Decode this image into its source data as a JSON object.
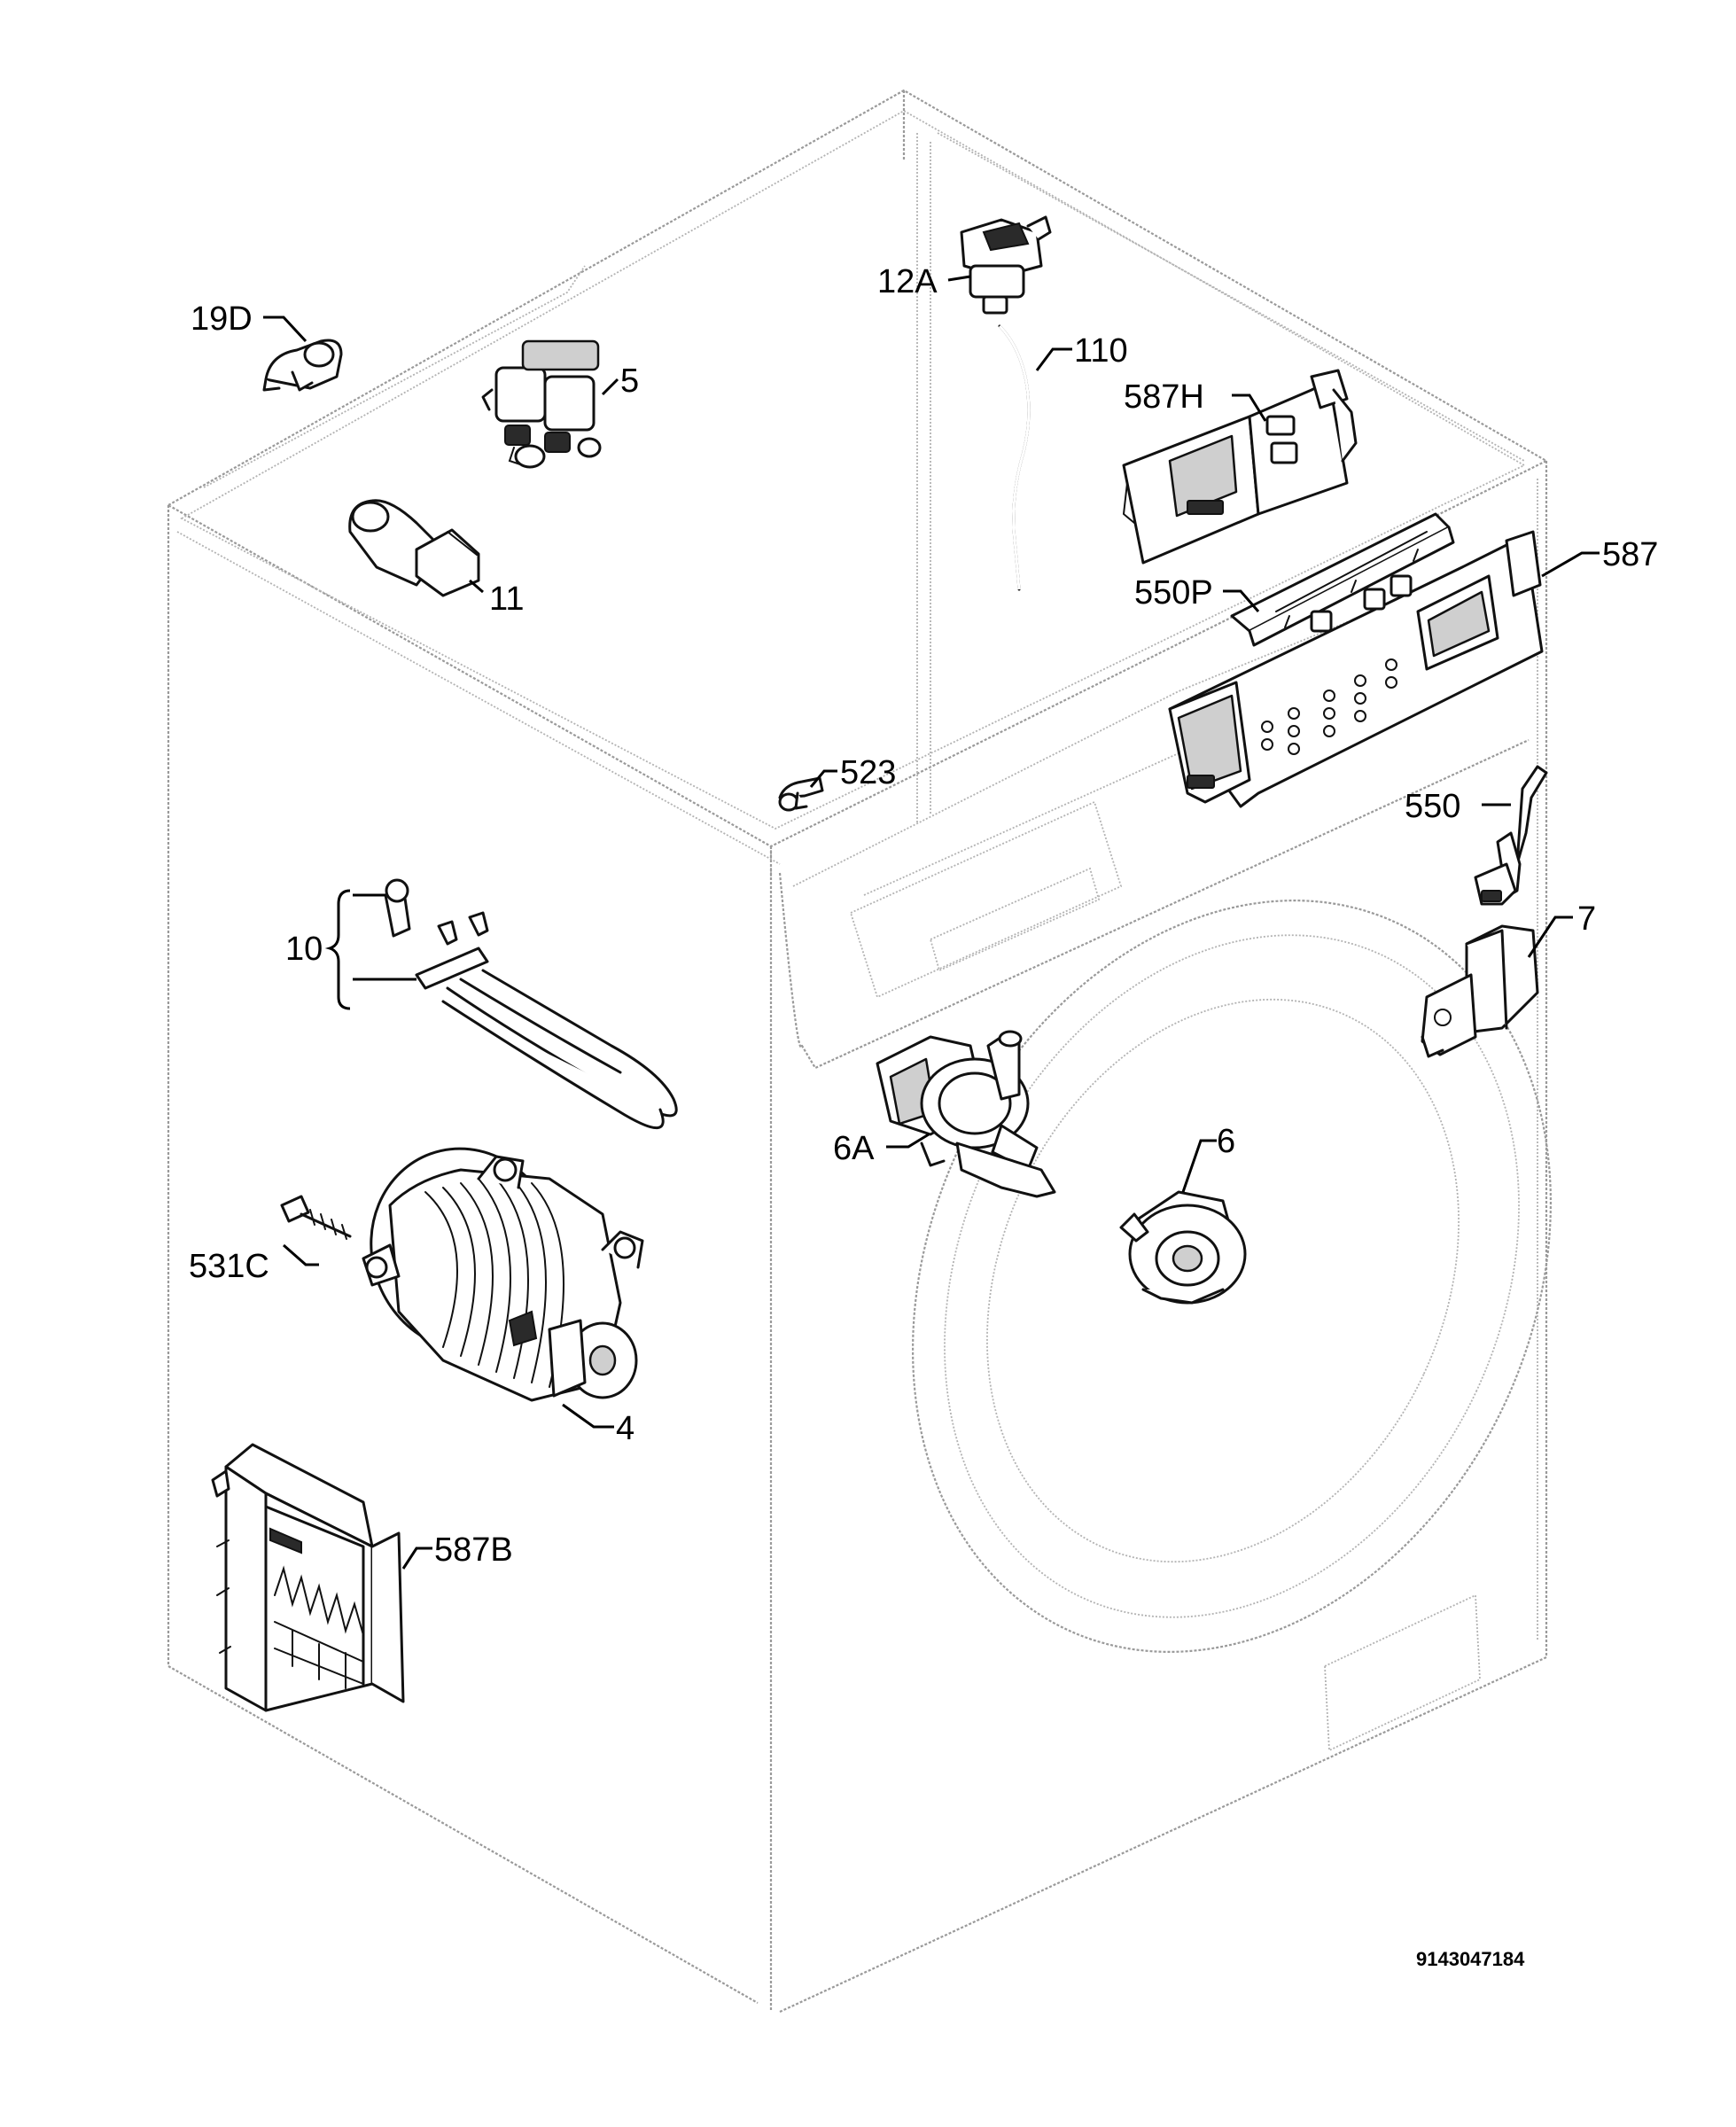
{
  "diagram": {
    "document_number": "9143047184",
    "parts": [
      {
        "id": "19D",
        "label": "19D"
      },
      {
        "id": "5",
        "label": "5"
      },
      {
        "id": "11",
        "label": "11"
      },
      {
        "id": "12A",
        "label": "12A"
      },
      {
        "id": "110",
        "label": "110"
      },
      {
        "id": "587H",
        "label": "587H"
      },
      {
        "id": "587",
        "label": "587"
      },
      {
        "id": "550P",
        "label": "550P"
      },
      {
        "id": "523",
        "label": "523"
      },
      {
        "id": "550",
        "label": "550"
      },
      {
        "id": "10",
        "label": "10"
      },
      {
        "id": "7",
        "label": "7"
      },
      {
        "id": "6A",
        "label": "6A"
      },
      {
        "id": "6",
        "label": "6"
      },
      {
        "id": "531C",
        "label": "531C"
      },
      {
        "id": "4",
        "label": "4"
      },
      {
        "id": "587B",
        "label": "587B"
      }
    ]
  }
}
